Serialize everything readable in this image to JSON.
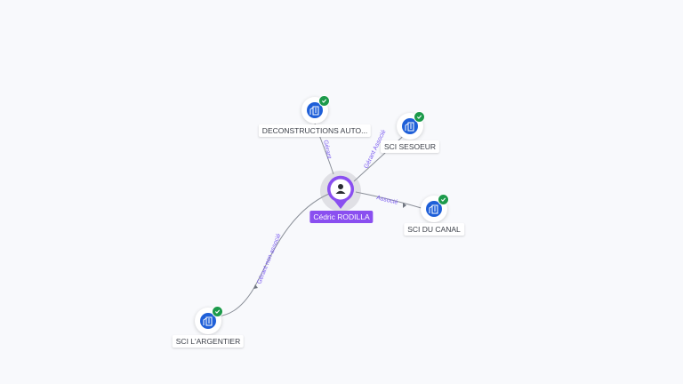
{
  "center": {
    "name": "Cédric RODILLA",
    "icon": "person-icon"
  },
  "companies": [
    {
      "id": "deconstructions",
      "name": "DECONSTRUCTIONS AUTO...",
      "icon": "building-icon",
      "verified": true
    },
    {
      "id": "sesoeur",
      "name": "SCI SESOEUR",
      "icon": "building-icon",
      "verified": true
    },
    {
      "id": "canal",
      "name": "SCI DU CANAL",
      "icon": "building-icon",
      "verified": true
    },
    {
      "id": "largentier",
      "name": "SCI L'ARGENTIER",
      "icon": "building-icon",
      "verified": true
    }
  ],
  "relations": [
    {
      "to": "deconstructions",
      "label": "Gérant"
    },
    {
      "to": "sesoeur",
      "label": "Gérant Associé"
    },
    {
      "to": "canal",
      "label": "Associé"
    },
    {
      "to": "largentier",
      "label": "Gérant non associé"
    }
  ],
  "colors": {
    "accent": "#8a4ff0",
    "company": "#1e5fd8",
    "verified": "#1c9a4b",
    "edge_label": "#7b5cf0"
  }
}
